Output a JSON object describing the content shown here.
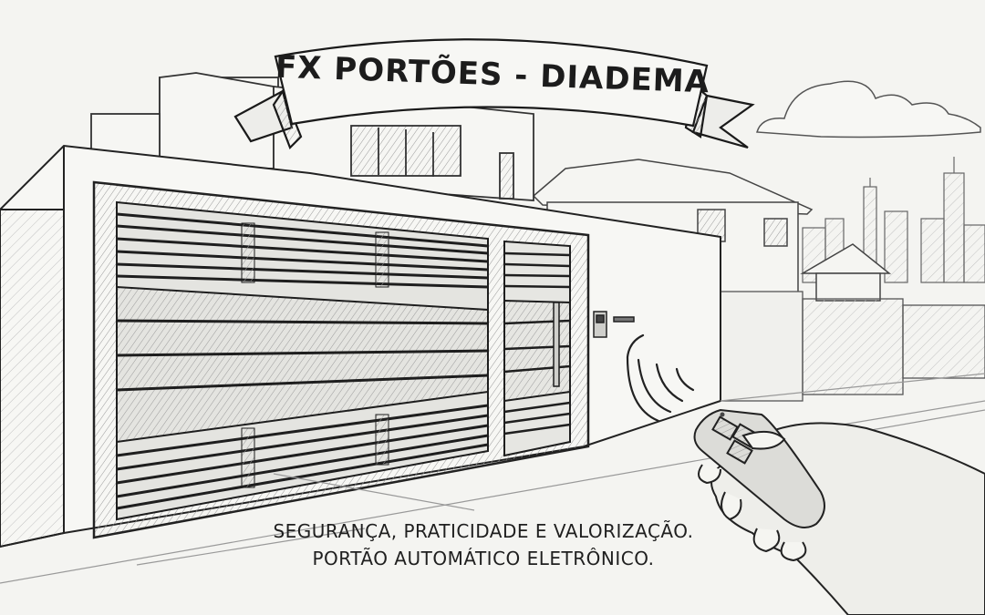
{
  "banner": {
    "title": "FX PORTÕES - DIADEMA"
  },
  "caption": {
    "line1": "SEGURANÇA, PRATICIDADE E VALORIZAÇÃO.",
    "line2": "PORTÃO AUTOMÁTICO ELETRÔNICO."
  },
  "illustration": {
    "style": "pencil-sketch",
    "elements": [
      "house",
      "sliding-gate",
      "pedestrian-door",
      "intercom",
      "remote-control",
      "hand",
      "cloud",
      "city-skyline",
      "wireless-signal"
    ]
  },
  "colors": {
    "paper": "#f4f4f1",
    "ink": "#1c1c1c",
    "shade": "#8a8a8a"
  }
}
